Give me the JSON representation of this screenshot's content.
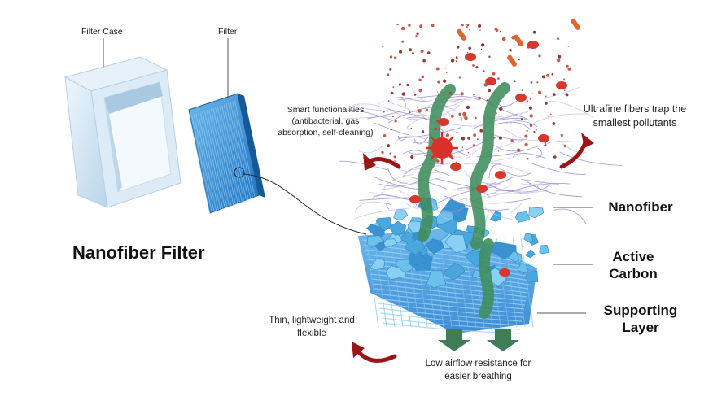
{
  "labels": {
    "filter_case": "Filter Case",
    "filter": "Filter",
    "title": "Nanofiber Filter",
    "smart": "Smart functionalities\n(antibacterial, gas\nabsorption, self-cleaning)",
    "ultrafine": "Ultrafine fibers trap the\nsmallest pollutants",
    "nanofiber": "Nanofiber",
    "active_carbon": "Active\nCarbon",
    "supporting": "Supporting\nLayer",
    "thin": "Thin, lightweight and\nflexible",
    "airflow": "Low airflow resistance for\neasier breathing"
  },
  "colors": {
    "case": "#cfe3f2",
    "filter": "#3e94d6",
    "fiber": "#9a8fd6",
    "carbon": "#5fb6e6",
    "support": "#2f8fdc",
    "arrow": "#9b1418",
    "flow": "#3e7d57",
    "pollutant": "#d23a2a"
  }
}
